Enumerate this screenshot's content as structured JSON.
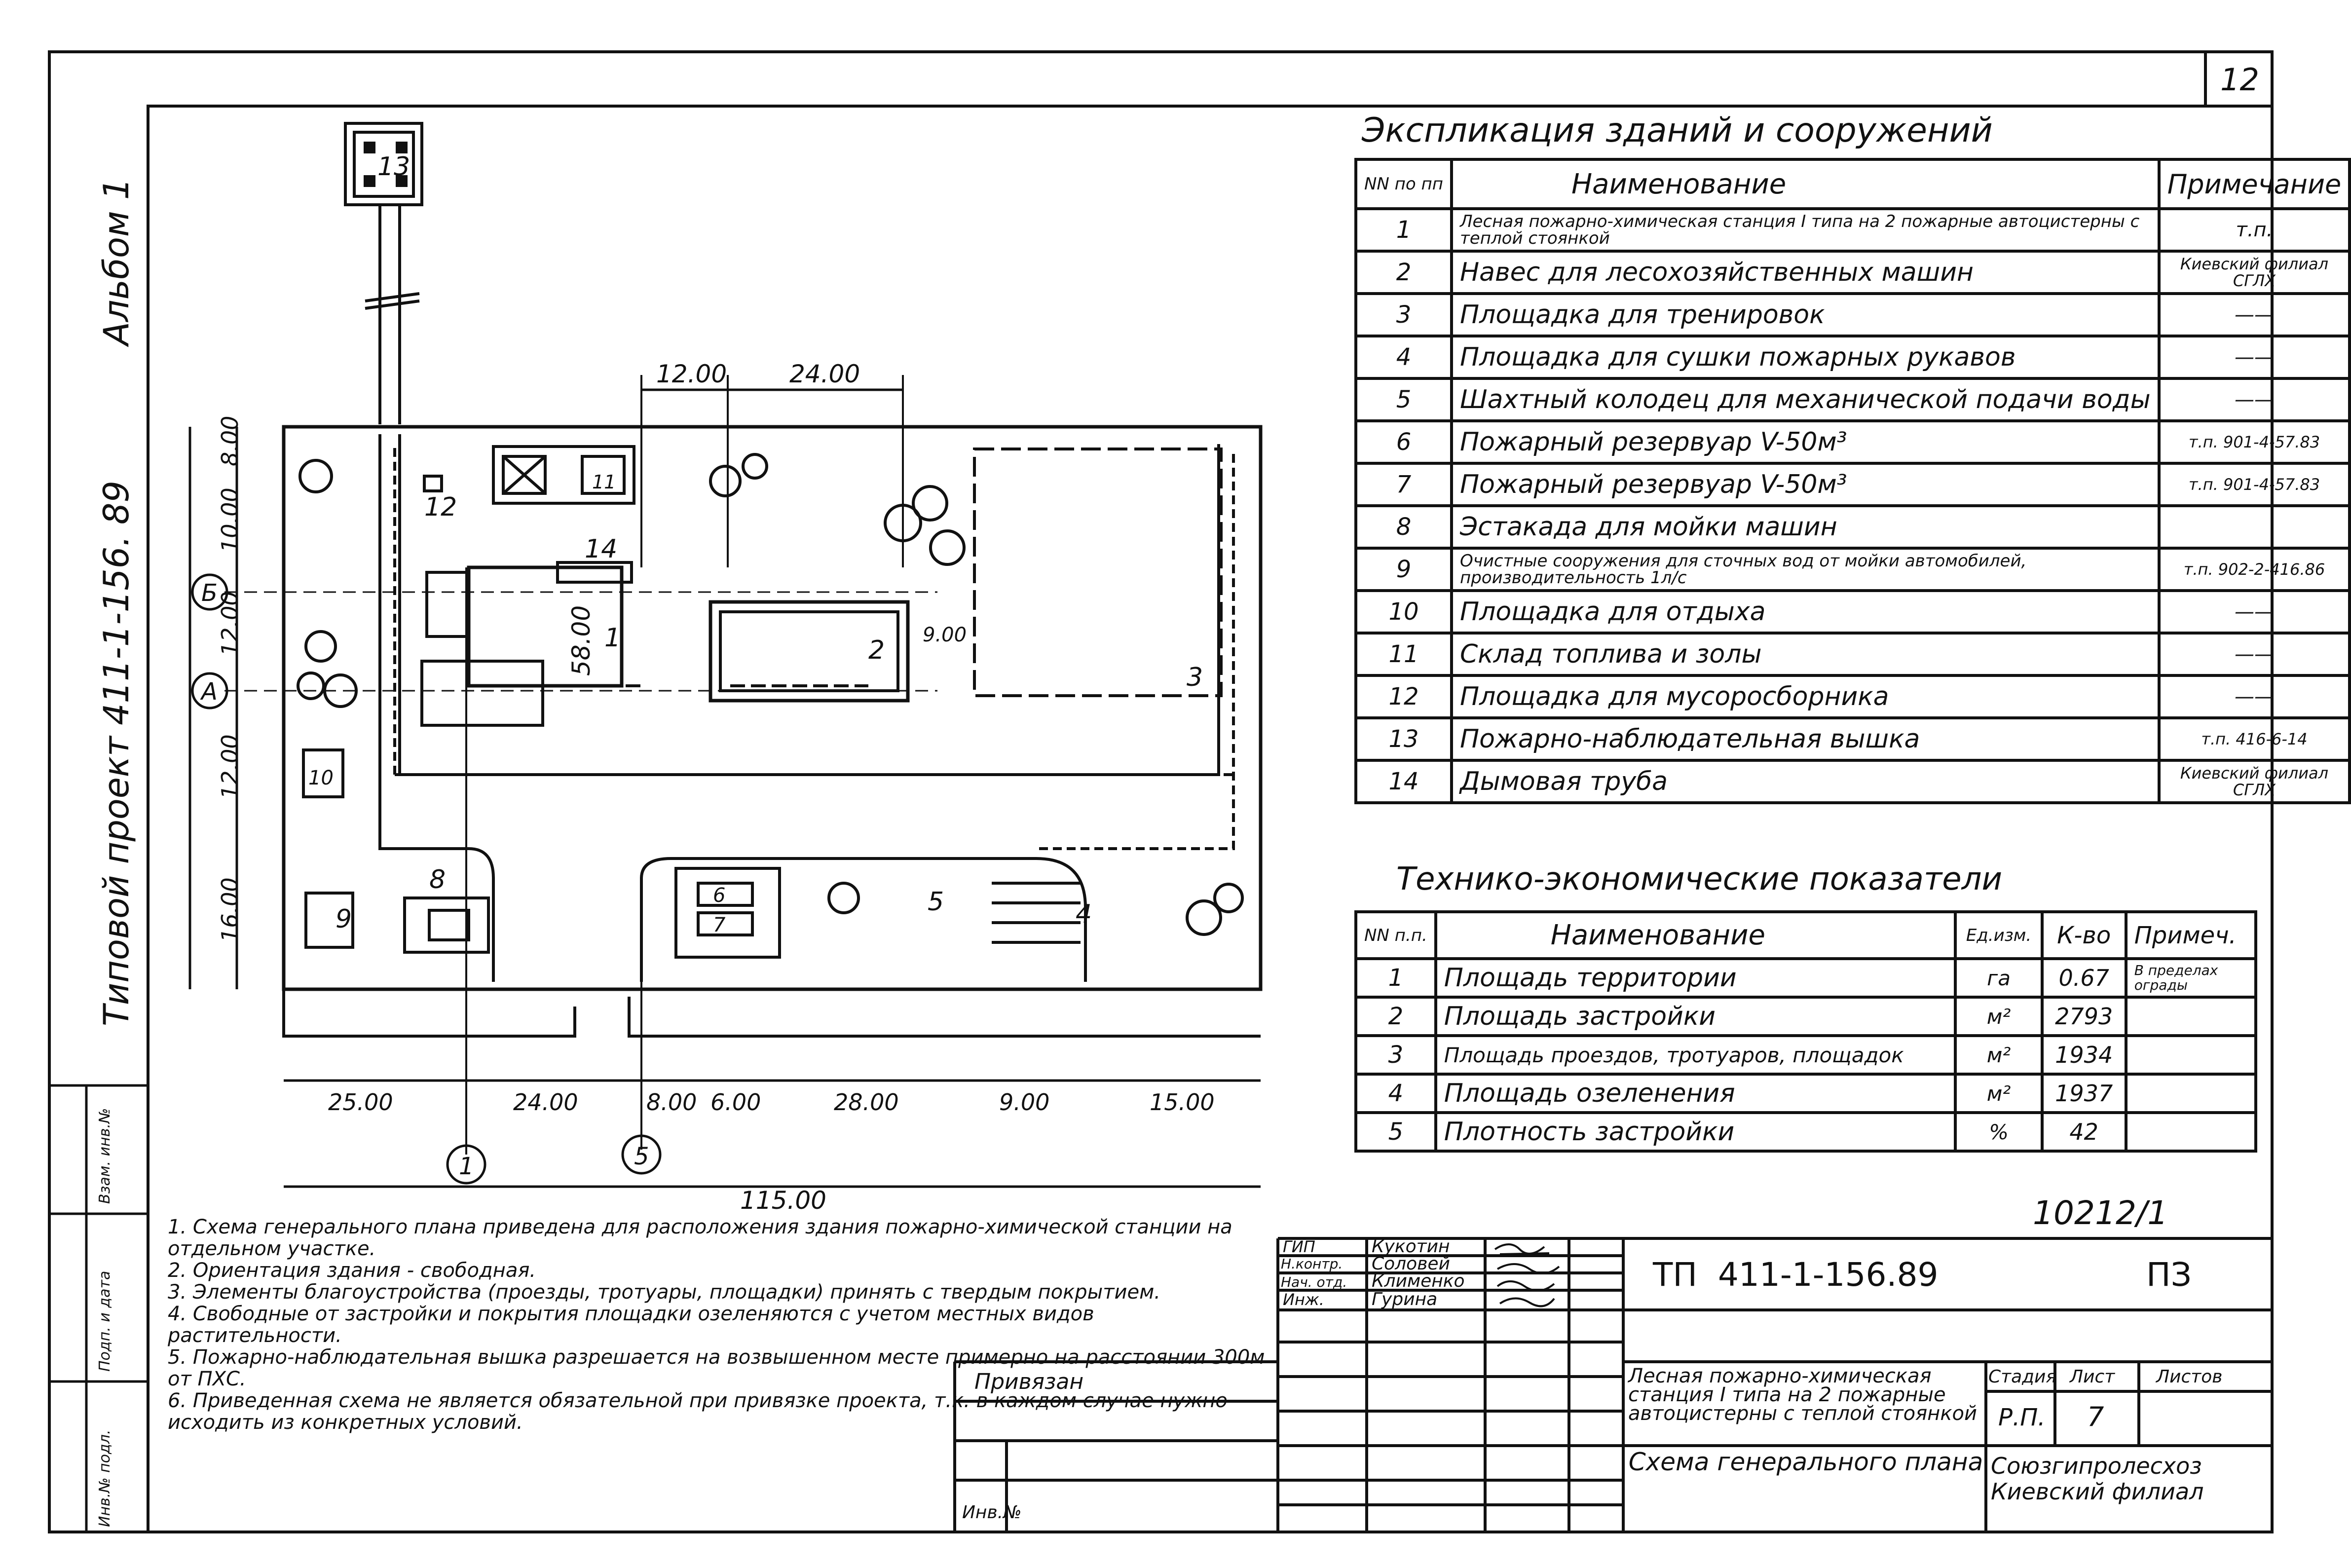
{
  "sheet_number": "12",
  "album_label": "Альбом 1",
  "project_label": "Типовой проект  411-1-156. 89",
  "stamp_side": [
    "Инв.№ подл.",
    "Подп. и дата",
    "Взам. инв.№"
  ],
  "explication": {
    "title": "Экспликация зданий и сооружений",
    "headers": {
      "no": "NN по пп",
      "name": "Наименование",
      "note": "Примечание"
    },
    "rows": [
      {
        "no": "1",
        "name": "Лесная пожарно-химическая станция I типа на 2 пожарные автоцистерны с теплой стоянкой",
        "note": "т.п."
      },
      {
        "no": "2",
        "name": "Навес для лесохозяйственных машин",
        "note": "Киевский филиал СГЛХ"
      },
      {
        "no": "3",
        "name": "Площадка для тренировок",
        "note": "——"
      },
      {
        "no": "4",
        "name": "Площадка для сушки пожарных рукавов",
        "note": "——"
      },
      {
        "no": "5",
        "name": "Шахтный колодец для механической подачи воды",
        "note": "——"
      },
      {
        "no": "6",
        "name": "Пожарный резервуар V-50м³",
        "note": "т.п. 901-4-57.83"
      },
      {
        "no": "7",
        "name": "Пожарный резервуар V-50м³",
        "note": "т.п. 901-4-57.83"
      },
      {
        "no": "8",
        "name": "Эстакада для мойки машин",
        "note": ""
      },
      {
        "no": "9",
        "name": "Очистные сооружения для сточных вод от мойки автомобилей, производительность 1л/с",
        "note": "т.п. 902-2-416.86"
      },
      {
        "no": "10",
        "name": "Площадка для отдыха",
        "note": "——"
      },
      {
        "no": "11",
        "name": "Склад топлива и золы",
        "note": "——"
      },
      {
        "no": "12",
        "name": "Площадка для мусоросборника",
        "note": "——"
      },
      {
        "no": "13",
        "name": "Пожарно-наблюдательная вышка",
        "note": "т.п. 416-6-14"
      },
      {
        "no": "14",
        "name": "Дымовая труба",
        "note": "Киевский филиал СГЛХ"
      }
    ]
  },
  "tech": {
    "title": "Технико-экономические показатели",
    "headers": {
      "no": "NN п.п.",
      "name": "Наименование",
      "unit": "Ед.изм.",
      "qty": "К-во",
      "note": "Примеч."
    },
    "rows": [
      {
        "no": "1",
        "name": "Площадь территории",
        "unit": "га",
        "qty": "0.67",
        "note": "В пределах ограды"
      },
      {
        "no": "2",
        "name": "Площадь застройки",
        "unit": "м²",
        "qty": "2793",
        "note": ""
      },
      {
        "no": "3",
        "name": "Площадь проездов, тротуаров, площадок",
        "unit": "м²",
        "qty": "1934",
        "note": ""
      },
      {
        "no": "4",
        "name": "Площадь озеленения",
        "unit": "м²",
        "qty": "1937",
        "note": ""
      },
      {
        "no": "5",
        "name": "Плотность застройки",
        "unit": "%",
        "qty": "42",
        "note": ""
      }
    ]
  },
  "notes": [
    "1. Схема генерального плана приведена для расположения здания пожарно-химической станции на отдельном участке.",
    "2. Ориентация здания - свободная.",
    "3. Элементы благоустройства (проезды, тротуары, площадки) принять с твердым покрытием.",
    "4. Свободные от застройки и покрытия площадки озеленяются с учетом местных видов растительности.",
    "5. Пожарно-наблюдательная вышка разрешается на возвышенном месте примерно на расстоянии 300м от ПХС.",
    "6. Приведенная схема не является обязательной при привязке проекта, т.к. в каждом случае нужно исходить из конкретных условий."
  ],
  "plan": {
    "dims_top": [
      "12.00",
      "24.00"
    ],
    "dims_left": [
      "8.00",
      "10.00",
      "12.00",
      "12.00",
      "16.00"
    ],
    "dim_total_h": "58.00",
    "dims_bottom": [
      "25.00",
      "24.00",
      "8.00",
      "6.00",
      "28.00",
      "9.00",
      "15.00"
    ],
    "dim_total_w": "115.00",
    "dim_inner": "9.00",
    "axes": [
      "Б",
      "А",
      "1",
      "5"
    ],
    "labels": [
      "13",
      "12",
      "14",
      "1",
      "2",
      "3",
      "4",
      "5",
      "6",
      "7",
      "8",
      "9",
      "10",
      "11"
    ]
  },
  "stamp": {
    "doc_number": "10212/1",
    "code": "ТП  411-1-156.89",
    "sheet_code": "ПЗ",
    "roles": [
      {
        "role": "ГИП",
        "name": "Кукотин"
      },
      {
        "role": "Н.контр.",
        "name": "Соловей"
      },
      {
        "role": "Нач. отд.",
        "name": "Клименко"
      },
      {
        "role": "Инж.",
        "name": "Гурина"
      }
    ],
    "privyazan": "Привязан",
    "inv": "Инв.№",
    "description": "Лесная пожарно-химическая станция I типа на 2 пожарные автоцистерны с теплой стоянкой",
    "stage_h": "Стадия",
    "sheet_h": "Лист",
    "sheets_h": "Листов",
    "stage": "Р.П.",
    "sheet": "7",
    "sheets": "",
    "drawing_title": "Схема генерального плана",
    "org": "Союзгипролесхоз Киевский филиал"
  }
}
